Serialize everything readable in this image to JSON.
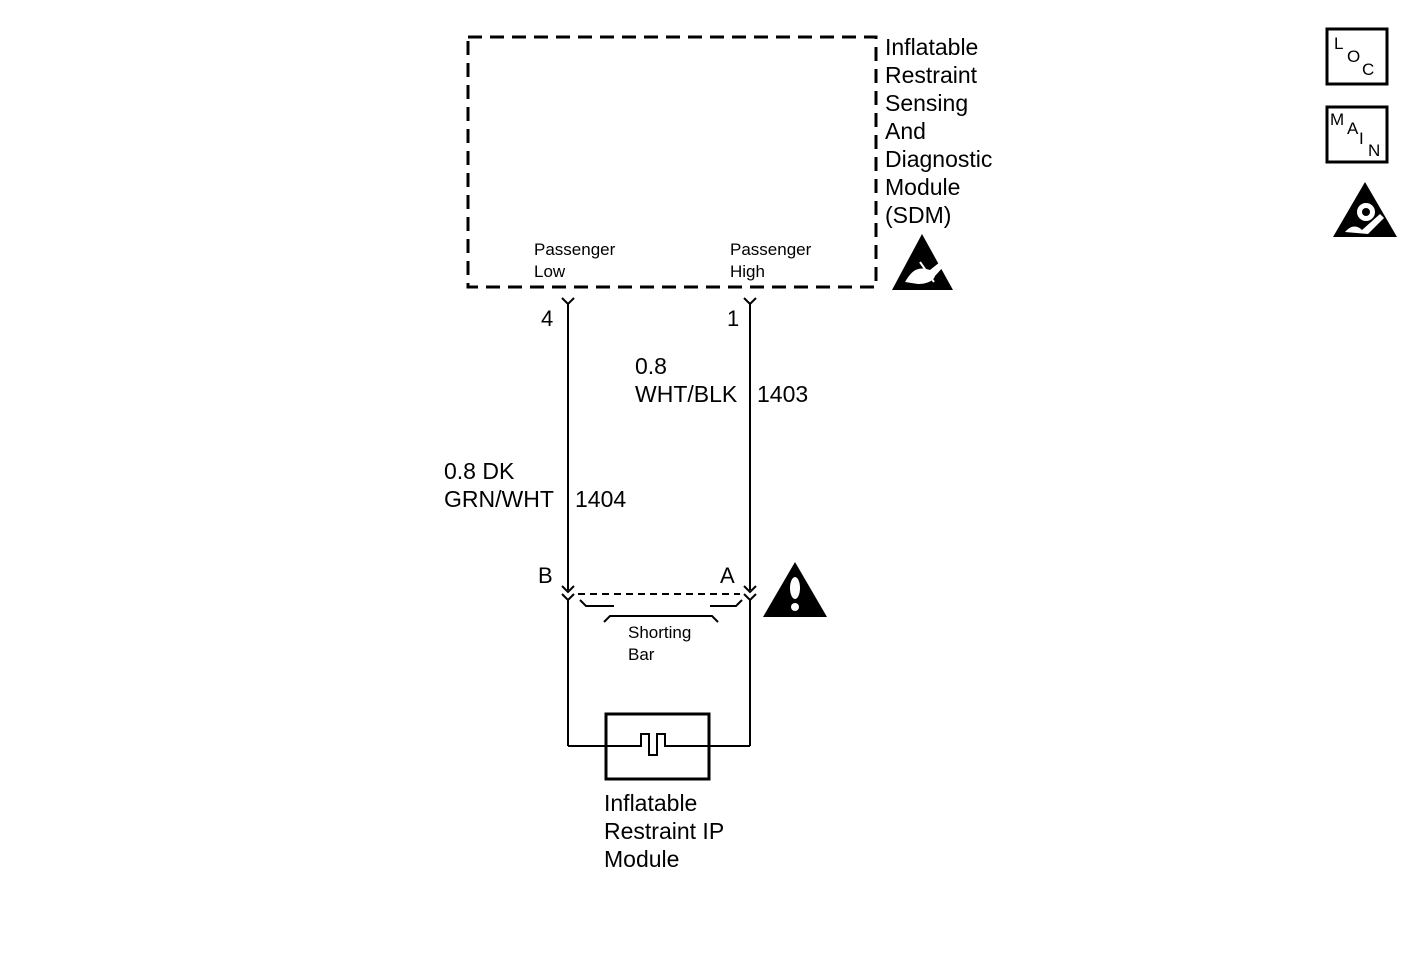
{
  "sdm": {
    "name_lines": [
      "Inflatable",
      "Restraint",
      "Sensing",
      "And",
      "Diagnostic",
      "Module",
      "(SDM)"
    ],
    "terminal_low_lines": [
      "Passenger",
      "Low"
    ],
    "terminal_high_lines": [
      "Passenger",
      "High"
    ]
  },
  "pins": {
    "sdm_low": "4",
    "sdm_high": "1",
    "module_b": "B",
    "module_a": "A"
  },
  "wires": {
    "high": {
      "size": "0.8",
      "color": "WHT/BLK",
      "circuit": "1403"
    },
    "low": {
      "size_color": "0.8 DK",
      "color": "GRN/WHT",
      "circuit": "1404"
    }
  },
  "shorting_bar_lines": [
    "Shorting",
    "Bar"
  ],
  "ip_module_lines": [
    "Inflatable",
    "Restraint IP",
    "Module"
  ],
  "nav": {
    "loc": [
      "L",
      "O",
      "C"
    ],
    "main": [
      "M",
      "A",
      "I",
      "N"
    ]
  }
}
